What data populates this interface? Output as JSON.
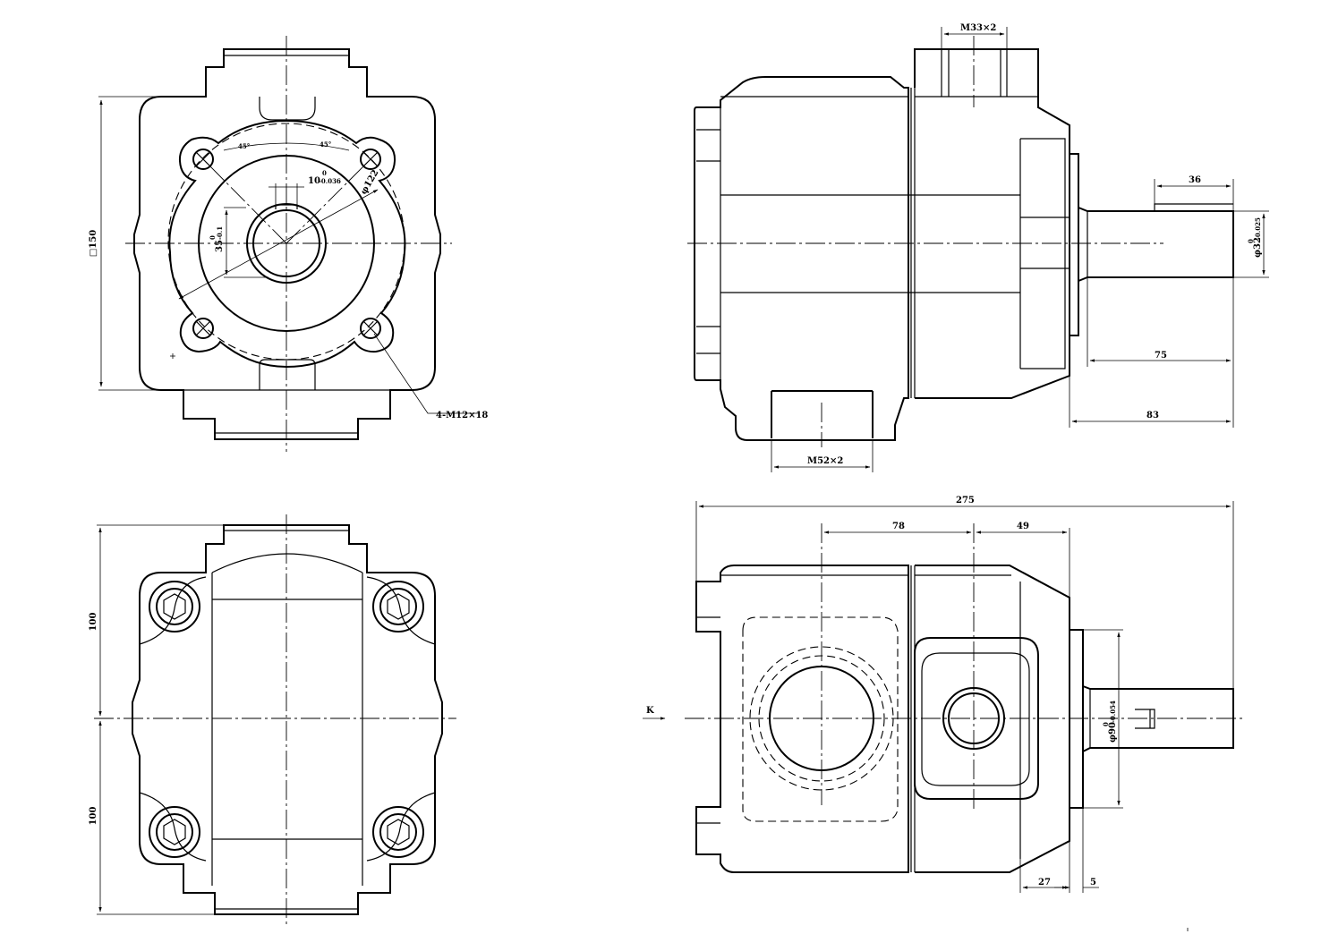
{
  "front_view": {
    "square_dim": "□150",
    "key_width": "10",
    "key_width_tol_upper": "0",
    "key_width_tol_lower": "-0.036",
    "key_height": "35",
    "key_height_tol_upper": "0",
    "key_height_tol_lower": "-0.1",
    "pcd": "φ122",
    "angle_left": "45°",
    "angle_right": "45°",
    "bolt_holes": "4-M12×18"
  },
  "side_view": {
    "port_top": "M33×2",
    "port_bottom": "M52×2",
    "key_length": "36",
    "shaft_dia": "φ32",
    "shaft_tol_upper": "0",
    "shaft_tol_lower": "-0.025",
    "shaft_length": "75",
    "shaft_total": "83"
  },
  "back_view": {
    "upper_half": "100",
    "lower_half": "100"
  },
  "top_view": {
    "overall_length": "275",
    "port_span": "78",
    "shoulder_span": "49",
    "pilot_dia": "φ90",
    "pilot_tol_upper": "0",
    "pilot_tol_lower": "-0.054",
    "flange_thickness": "27",
    "pilot_length": "5",
    "view_marker": "K"
  }
}
